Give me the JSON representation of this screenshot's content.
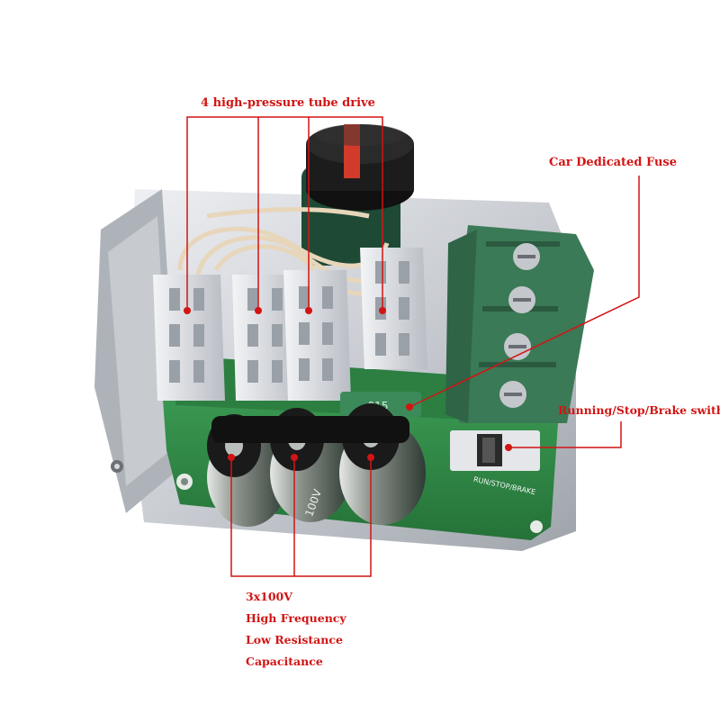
{
  "annotations": {
    "tube_drive": "4 high-pressure tube drive",
    "fuse": "Car Dedicated Fuse",
    "switch": "Running/Stop/Brake swith",
    "capacitor_lines": [
      "3x100V",
      "High Frequency",
      "Low Resistance",
      "Capacitance"
    ]
  },
  "board_print": {
    "switch_label": "RUN/STOP/BRAKE",
    "fuse_code": "015",
    "cap_rating": "100V"
  },
  "colors": {
    "annotation_red": "#d21414",
    "annotation_black": "#111111",
    "pcb_green": "#2f8a45",
    "terminal_green": "#3b7a56",
    "heatsink_silver": "#d9dbe0",
    "knob_black": "#1c1c1c",
    "knob_red": "#d23a2a"
  },
  "icons": [
    "screw-terminal-icon",
    "potentiometer-knob-icon",
    "capacitor-icon",
    "heatsink-icon"
  ]
}
